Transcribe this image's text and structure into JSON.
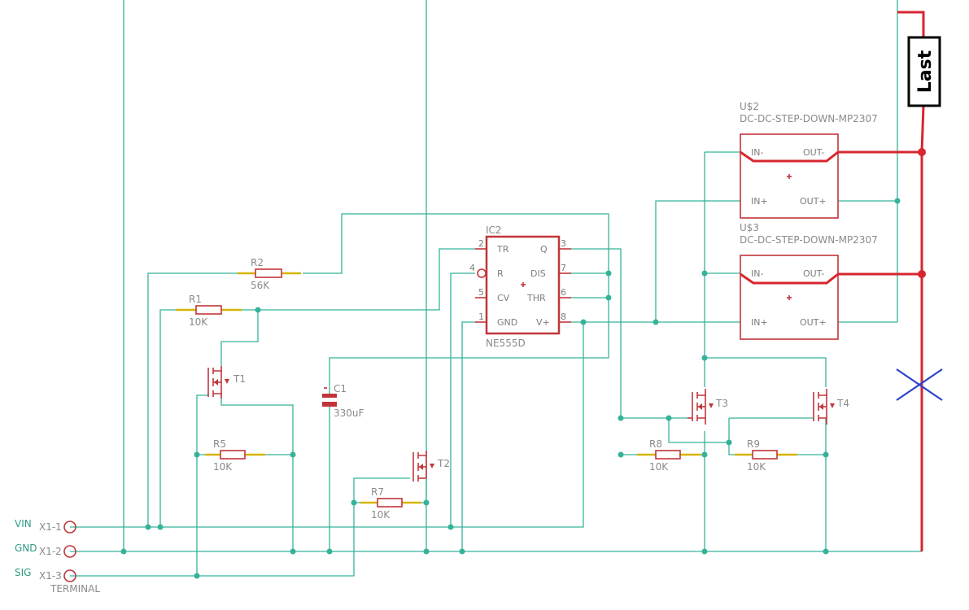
{
  "terminal": {
    "pins": [
      {
        "net": "VIN",
        "pin": "X1-1"
      },
      {
        "net": "GND",
        "pin": "X1-2"
      },
      {
        "net": "SIG",
        "pin": "X1-3"
      }
    ],
    "value": "TERMINAL"
  },
  "resistors": [
    {
      "name": "R1",
      "value": "10K"
    },
    {
      "name": "R2",
      "value": "56K"
    },
    {
      "name": "R5",
      "value": "10K"
    },
    {
      "name": "R7",
      "value": "10K"
    },
    {
      "name": "R8",
      "value": "10K"
    },
    {
      "name": "R9",
      "value": "10K"
    }
  ],
  "capacitor": {
    "name": "C1",
    "value": "330uF"
  },
  "transistors": [
    "T1",
    "T2",
    "T3",
    "T4"
  ],
  "timer": {
    "name": "IC2",
    "value": "NE555D",
    "left_pins": [
      {
        "num": "2",
        "label": "TR"
      },
      {
        "num": "4",
        "label": "R"
      },
      {
        "num": "5",
        "label": "CV"
      },
      {
        "num": "1",
        "label": "GND"
      }
    ],
    "right_pins": [
      {
        "num": "3",
        "label": "Q"
      },
      {
        "num": "7",
        "label": "DIS"
      },
      {
        "num": "6",
        "label": "THR"
      },
      {
        "num": "8",
        "label": "V+"
      }
    ]
  },
  "converters": [
    {
      "name": "U$2",
      "value": "DC-DC-STEP-DOWN-MP2307",
      "pins": {
        "in_minus": "IN-",
        "out_minus": "OUT-",
        "in_plus": "IN+",
        "out_plus": "OUT+"
      }
    },
    {
      "name": "U$3",
      "value": "DC-DC-STEP-DOWN-MP2307",
      "pins": {
        "in_minus": "IN-",
        "out_minus": "OUT-",
        "in_plus": "IN+",
        "out_plus": "OUT+"
      }
    }
  ],
  "load": {
    "label": "Last"
  },
  "colors": {
    "wire": "#34b39a",
    "symbol": "#c1353a",
    "power_net": "#d7262f",
    "marker": "#2f44c8"
  }
}
